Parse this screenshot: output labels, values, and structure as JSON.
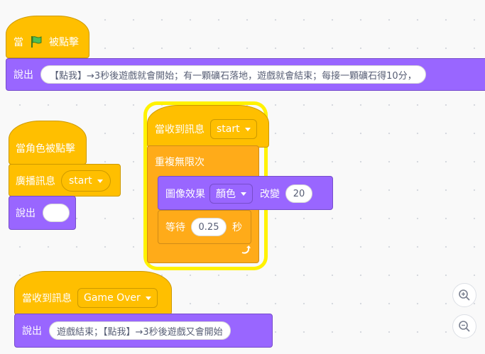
{
  "script1": {
    "hat_prefix": "當",
    "hat_suffix": "被點擊",
    "flag_icon": "green-flag-icon",
    "say_label": "說出",
    "say_text": "【點我】→3秒後遊戲就會開始；有一顆礦石落地，遊戲就會結束；每接一顆礦石得10分，"
  },
  "script2": {
    "hat_label": "當角色被點擊",
    "broadcast_label": "廣播訊息",
    "broadcast_value": "start",
    "say_label": "說出",
    "say_text": ""
  },
  "script3": {
    "hat_label": "當收到訊息",
    "hat_value": "start",
    "forever_label": "重複無限次",
    "effect_label": "圖像效果",
    "effect_value": "顏色",
    "change_label": "改變",
    "change_value": "20",
    "wait_label": "等待",
    "wait_value": "0.25",
    "wait_unit": "秒",
    "loop_icon": "loop-arrow-icon",
    "highlighted": true
  },
  "script4": {
    "hat_label": "當收到訊息",
    "hat_value": "Game Over",
    "say_label": "說出",
    "say_text": "遊戲結束；【點我】→3秒後遊戲又會開始"
  },
  "zoom": {
    "zoom_in_icon": "zoom-in-icon",
    "zoom_out_icon": "zoom-out-icon"
  },
  "colors": {
    "events": "#ffbf00",
    "control": "#ffab19",
    "looks": "#9966ff",
    "glow": "#fff200"
  }
}
